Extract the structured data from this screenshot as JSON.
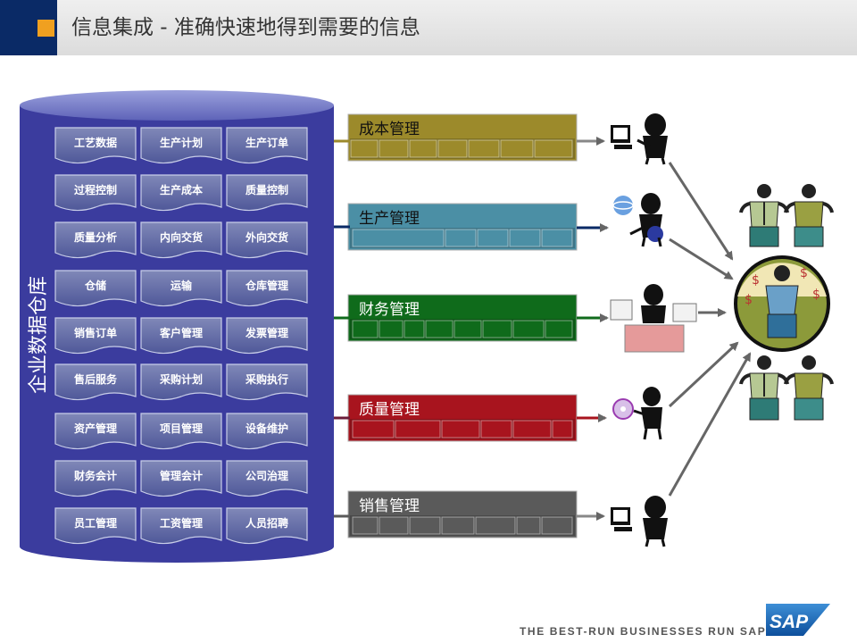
{
  "header": {
    "title": "信息集成 - 准确快速地得到需要的信息"
  },
  "warehouse": {
    "label": "企业数据仓库",
    "cells": [
      [
        "工艺数据",
        "生产计划",
        "生产订单"
      ],
      [
        "过程控制",
        "生产成本",
        "质量控制"
      ],
      [
        "质量分析",
        "内向交货",
        "外向交货"
      ],
      [
        "仓储",
        "运输",
        "仓库管理"
      ],
      [
        "销售订单",
        "客户管理",
        "发票管理"
      ],
      [
        "售后服务",
        "采购计划",
        "采购执行"
      ],
      [
        "资产管理",
        "项目管理",
        "设备维护"
      ],
      [
        "财务会计",
        "管理会计",
        "公司治理"
      ],
      [
        "员工管理",
        "工资管理",
        "人员招聘"
      ]
    ]
  },
  "modules": [
    {
      "label": "成本管理",
      "color": "#9c8a2b",
      "text_color": "#111111"
    },
    {
      "label": "生产管理",
      "color": "#4b8fa5",
      "text_color": "#111111"
    },
    {
      "label": "财务管理",
      "color": "#0f6b1b",
      "text_color": "#ffffff"
    },
    {
      "label": "质量管理",
      "color": "#a8141e",
      "text_color": "#ffffff"
    },
    {
      "label": "销售管理",
      "color": "#5a5a5a",
      "text_color": "#ffffff"
    }
  ],
  "footer": {
    "tagline": "THE BEST-RUN BUSINESSES RUN SAP",
    "logo": "SAP"
  },
  "colors": {
    "header_bar": "#0a2a66",
    "header_square": "#f0a020",
    "warehouse_body": "#3b3c9e"
  }
}
